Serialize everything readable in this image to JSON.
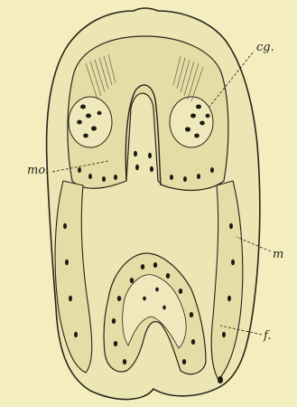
{
  "figure": {
    "labels": {
      "cg": "cg.",
      "mo": "mo.",
      "m": "m",
      "f": "f."
    },
    "colors": {
      "background": "#f3edbf",
      "ink": "#2a2418",
      "tissue": "#ebe3b0"
    }
  }
}
